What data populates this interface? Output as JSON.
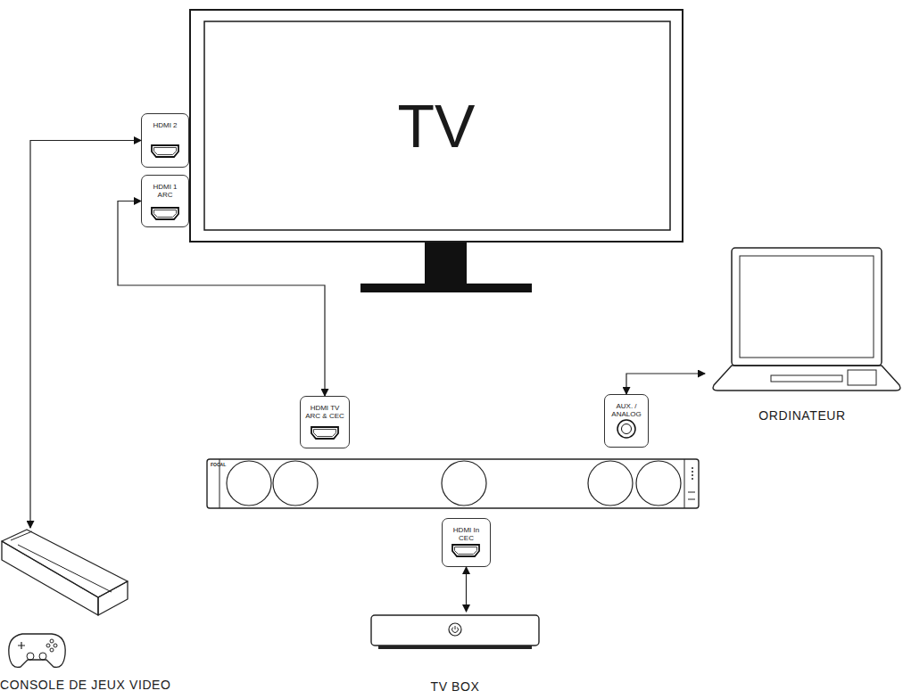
{
  "diagram": {
    "nodes": [
      {
        "text": [
          "TV"
        ]
      },
      {
        "text": [
          "HDMI 2"
        ]
      },
      {
        "text": [
          "HDMI 1 ARC"
        ]
      },
      {
        "text": [
          "HDMI TV ARC & CEC"
        ]
      },
      {
        "text": [
          "AUX. / ANALOG"
        ]
      },
      {
        "text": [
          "ORDINATEUR"
        ]
      },
      {
        "text": [
          "HDMI In CEC"
        ]
      },
      {
        "text": [
          "CONSOLE DE JEUX VIDEO"
        ]
      },
      {
        "text": [
          "TV BOX"
        ]
      }
    ],
    "edges": [
      {
        "from": 7,
        "to": 1,
        "arrow": "both"
      },
      {
        "from": 2,
        "to": 3,
        "arrow": "both"
      },
      {
        "from": 4,
        "to": 5,
        "arrow": "both"
      },
      {
        "from": 6,
        "to": 8,
        "arrow": "both"
      }
    ],
    "labels": [
      "FOCAL"
    ]
  }
}
